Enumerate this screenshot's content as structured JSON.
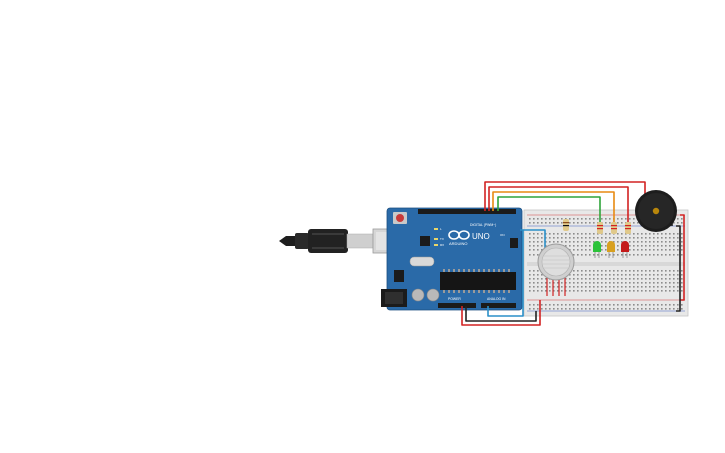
{
  "arduino": {
    "brand": "ARDUINO",
    "model": "UNO",
    "digital_header": "DIGITAL (PWM~)",
    "power_header": "POWER",
    "analog_header": "ANALOG IN",
    "led_tx": "TX",
    "led_rx": "RX",
    "led_l": "L",
    "led_on": "ON"
  },
  "colors": {
    "board": "#2a6aa8",
    "breadboard": "#e8e8e8",
    "wire_red": "#d22222",
    "wire_orange": "#e88a12",
    "wire_green": "#2fa43a",
    "wire_blue": "#2a8fc8",
    "wire_black": "#222222",
    "led_green": "#2cc23a",
    "led_yellow": "#d8a020",
    "led_red": "#c41a1a",
    "buzzer": "#1d1d1d"
  },
  "components": {
    "usb_cable": "usb-cable",
    "gas_sensor": "gas-sensor",
    "buzzer": "piezo-buzzer",
    "leds": [
      "led-green",
      "led-yellow",
      "led-red"
    ],
    "resistors": 4
  }
}
